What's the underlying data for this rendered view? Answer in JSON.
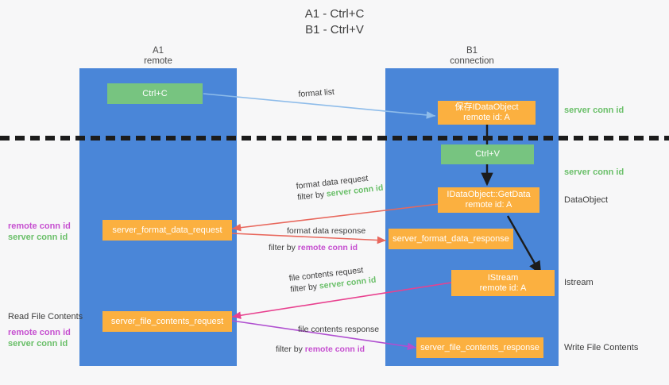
{
  "title": {
    "line1": "A1 - Ctrl+C",
    "line2": "B1 - Ctrl+V"
  },
  "columns": [
    {
      "name": "A1",
      "sub": "remote"
    },
    {
      "name": "B1",
      "sub": "connection"
    }
  ],
  "nodes": {
    "ctrl_c": "Ctrl+C",
    "ctrl_v": "Ctrl+V",
    "save_idataobject_l1": "保存IDataObject",
    "save_idataobject_l2": "remote id: A",
    "getdata_l1": "IDataObject::GetData",
    "getdata_l2": "remote id: A",
    "istream_l1": "IStream",
    "istream_l2": "remote id: A",
    "server_format_data_request": "server_format_data_request",
    "server_format_data_response": "server_format_data_response",
    "server_file_contents_request": "server_file_contents_request",
    "server_file_contents_response": "server_file_contents_response"
  },
  "edge_labels": {
    "format_list": "format list",
    "format_data_request": "format data request",
    "format_data_request_filter_prefix": "filter by ",
    "format_data_request_filter_key": "server conn id",
    "format_data_response": "format data response",
    "format_data_response_filter_prefix": "filter by ",
    "format_data_response_filter_key": "remote conn id",
    "file_contents_request": "file contents request",
    "file_contents_request_filter_prefix": "filter by ",
    "file_contents_request_filter_key": "server conn id",
    "file_contents_response": "file contents response",
    "file_contents_response_filter_prefix": "filter by ",
    "file_contents_response_filter_key": "remote conn id"
  },
  "right_annotations": {
    "server_conn_id_top": "server conn id",
    "server_conn_id_mid": "server conn id",
    "dataobject": "DataObject",
    "istream": "Istream",
    "write_file_contents": "Write File Contents"
  },
  "left_annotations": {
    "remote_conn_id_1": "remote conn id",
    "server_conn_id_1": "server conn id",
    "read_file_contents": "Read File Contents",
    "remote_conn_id_2": "remote conn id",
    "server_conn_id_2": "server conn id"
  },
  "colors": {
    "lane_blue": "#4a86d8",
    "node_green": "#77c480",
    "node_orange": "#fbb040",
    "green_text": "#6abf69",
    "magenta_text": "#c64fd0",
    "arrow_lightblue": "#8ebcea",
    "arrow_red": "#e8675c",
    "arrow_pink": "#e8418f",
    "arrow_purple": "#b04fd0",
    "arrow_black": "#1c1c1c",
    "background": "#f7f7f8"
  }
}
